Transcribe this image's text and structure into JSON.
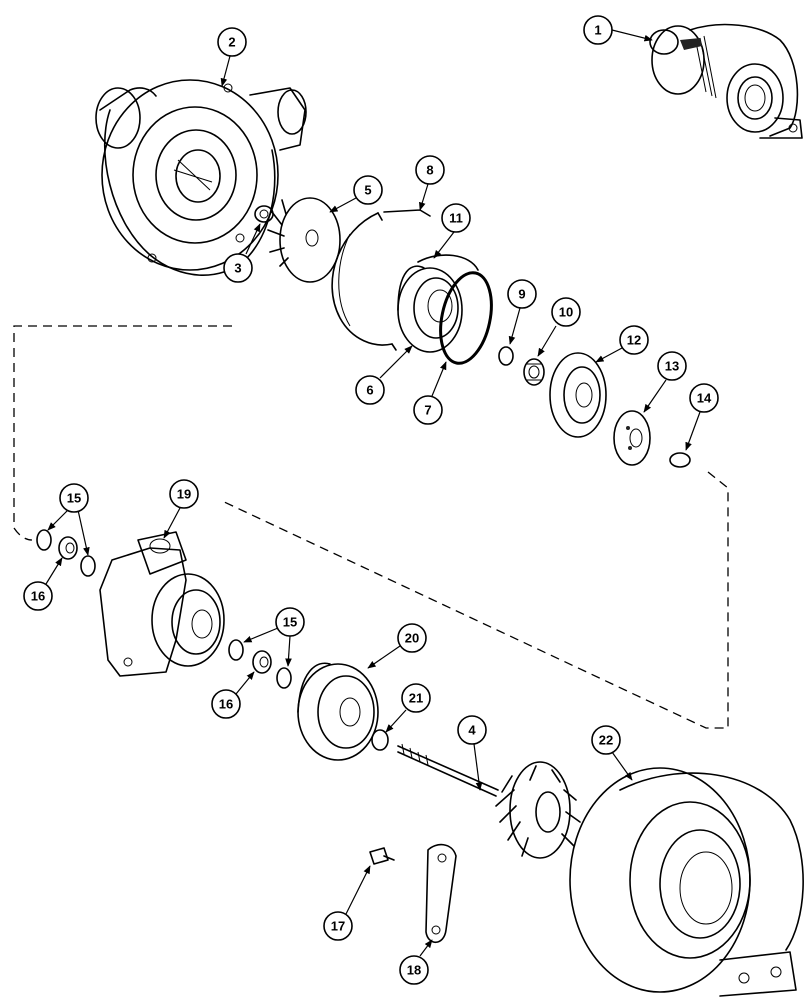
{
  "callouts": {
    "c1": "1",
    "c2": "2",
    "c3": "3",
    "c4": "4",
    "c5": "5",
    "c6": "6",
    "c7": "7",
    "c8": "8",
    "c9": "9",
    "c10": "10",
    "c11": "11",
    "c12": "12",
    "c13": "13",
    "c14": "14",
    "c15a": "15",
    "c15b": "15",
    "c16a": "16",
    "c16b": "16",
    "c17": "17",
    "c18": "18",
    "c19": "19",
    "c20": "20",
    "c21": "21",
    "c22": "22"
  }
}
